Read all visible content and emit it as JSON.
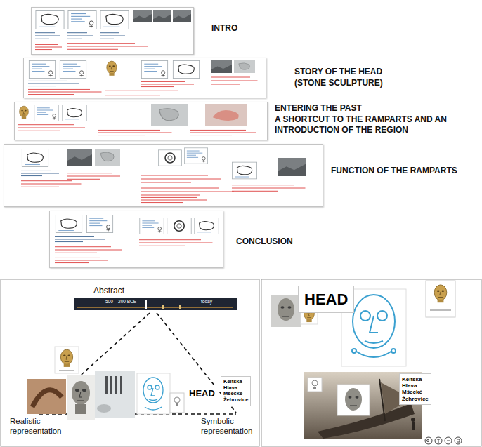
{
  "diagram": {
    "nodes": [
      {
        "text": [
          "INTRO"
        ]
      },
      {
        "text": [
          "STORY OF THE HEAD (STONE SCULPTURE)"
        ]
      },
      {
        "text": [
          "ENTERING THE PAST",
          "A SHORTCUT TO THE RAMPARTS AND AN INTRODUCTION OF THE REGION"
        ]
      },
      {
        "text": [
          "FUNCTION OF THE RAMPARTS"
        ]
      },
      {
        "text": [
          "CONCLUSION"
        ]
      },
      {
        "text": [
          "HEAD"
        ]
      },
      {
        "text": [
          "Keltská Hlava Mšecké Žehrovice"
        ]
      },
      {
        "text": [
          "HEAD"
        ]
      },
      {
        "text": [
          "Keltská Hlava Mšecké Žehrovice"
        ]
      }
    ],
    "labels": [
      "Abstract",
      "500 – 200 BCE",
      "today",
      "Realistic representation",
      "Symbolic representation"
    ]
  }
}
